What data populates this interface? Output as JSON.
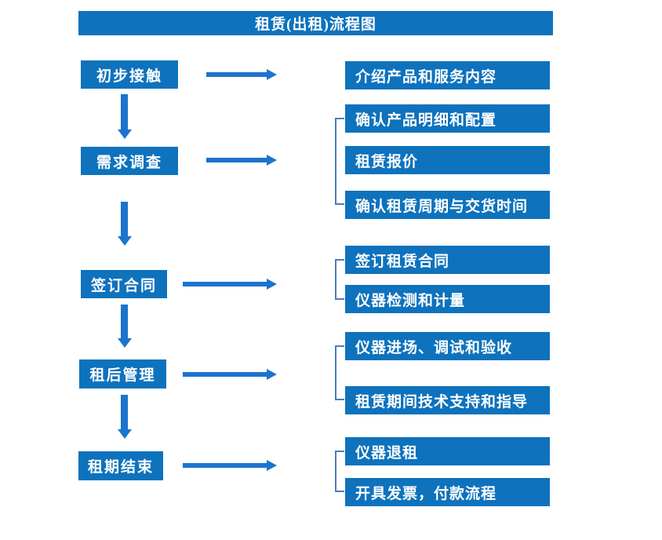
{
  "title": "租赁(出租)流程图",
  "colors": {
    "primary_blue": "#0e72bd",
    "arrow_blue": "#1b74ce",
    "bracket_blue": "#4a7ebb",
    "text_white": "#ffffff"
  },
  "steps": [
    "初步接触",
    "需求调查",
    "签订合同",
    "租后管理",
    "租期结束"
  ],
  "details": [
    "介绍产品和服务内容",
    "确认产品明细和配置",
    "租赁报价",
    "确认租赁周期与交货时间",
    "签订租赁合同",
    "仪器检测和计量",
    "仪器进场、调试和验收",
    "租赁期间技术支持和指导",
    "仪器退租",
    "开具发票，付款流程"
  ]
}
